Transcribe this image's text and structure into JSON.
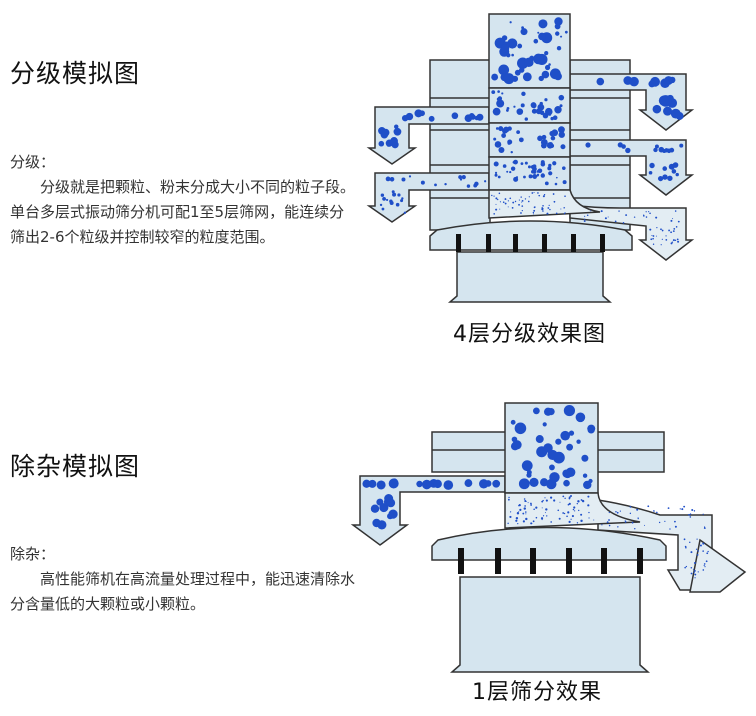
{
  "section1": {
    "title": "分级模拟图",
    "label": "分级：",
    "body": "分级就是把颗粒、粉末分成大小不同的粒子段。单台多层式振动筛分机可配1至5层筛网，能连续分筛出2-6个粒级并控制较窄的粒度范围。",
    "caption": "4层分级效果图"
  },
  "section2": {
    "title": "除杂模拟图",
    "label": "除杂：",
    "body": "高性能筛机在高流量处理过程中，能迅速清除水分含量低的大颗粒或小颗粒。",
    "caption": "1层筛分效果"
  },
  "colors": {
    "machine": "#d5e5ef",
    "particle": "#1f4fc8",
    "outline": "#333333"
  }
}
